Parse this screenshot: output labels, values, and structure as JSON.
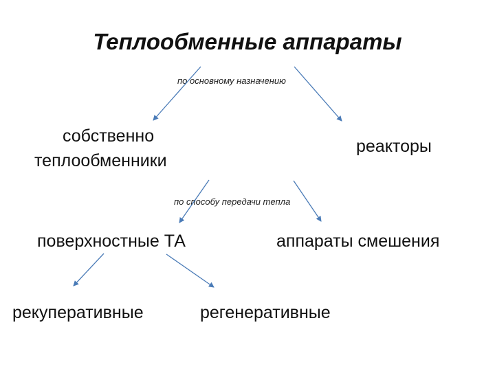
{
  "title": "Теплообменные аппараты",
  "edge_labels": {
    "by_purpose": "по основному назначению",
    "by_transfer": "по способу передачи тепла"
  },
  "nodes": {
    "own_line1": "собственно",
    "own_line2": "теплообменники",
    "reactors": "реакторы",
    "surface": "поверхностные ТА",
    "mixing": "аппараты смешения",
    "recuperative": "рекуперативные",
    "regenerative": "регенеративные"
  },
  "colors": {
    "arrow": "#4a7bb7",
    "text": "#111111"
  }
}
